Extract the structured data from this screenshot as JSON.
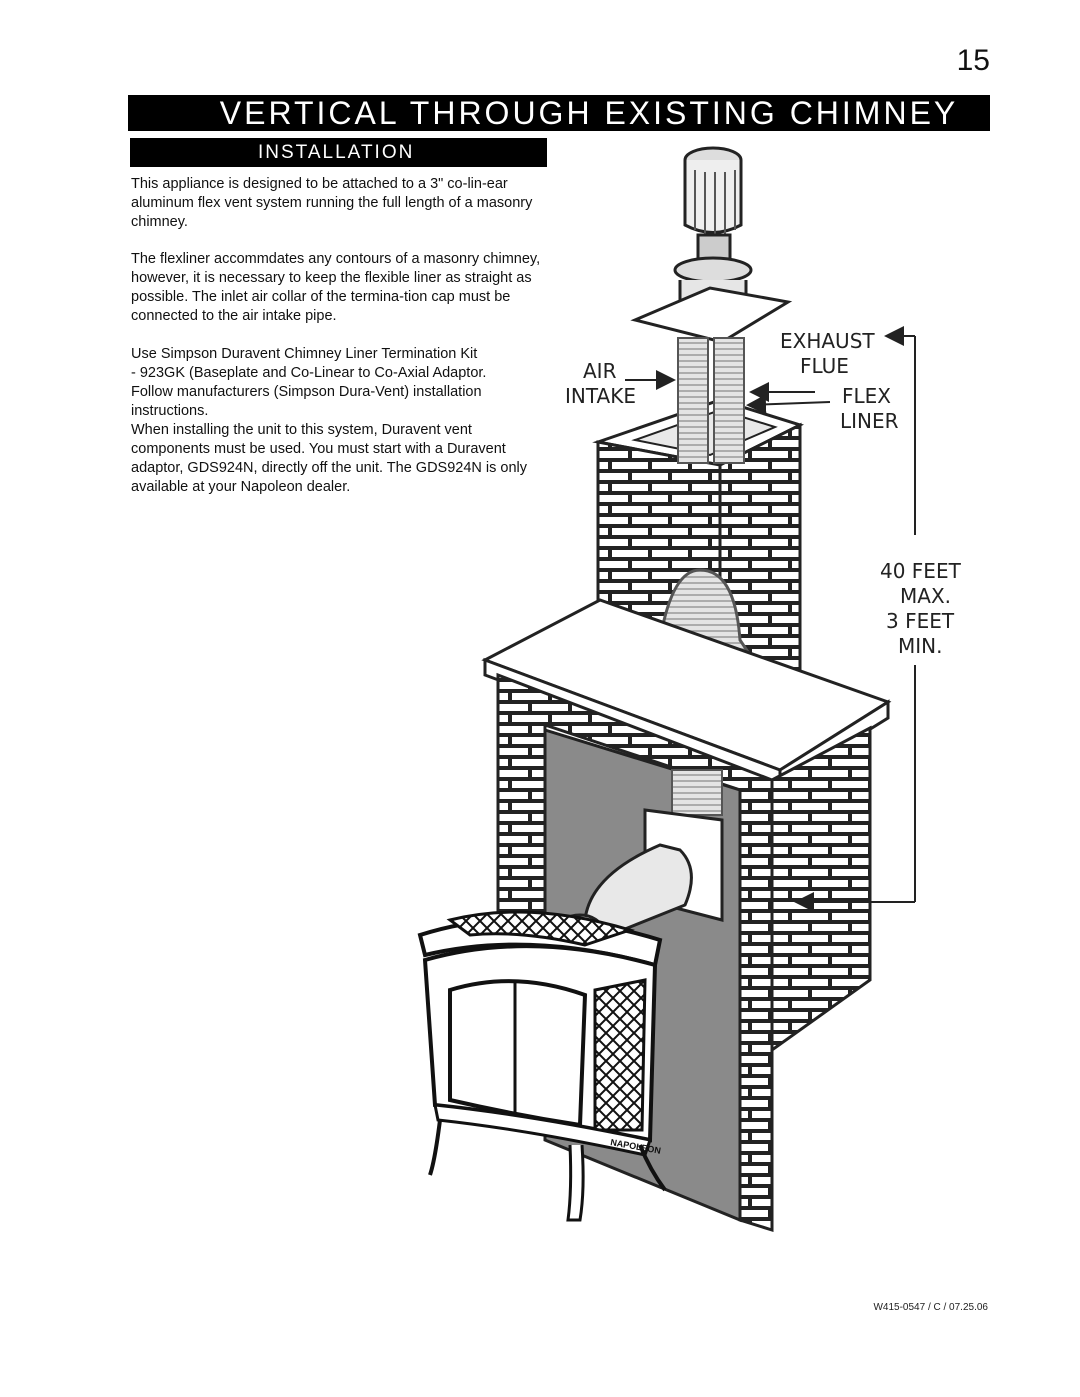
{
  "page_number": "15",
  "title": "VERTICAL THROUGH EXISTING CHIMNEY",
  "section": "INSTALLATION",
  "paragraphs": {
    "p1": "This appliance is designed to be attached to a 3\" co-lin-ear aluminum flex vent system running the full length of a masonry chimney.",
    "p2": "The flexliner accommdates any contours of a masonry chimney, however, it is necessary to keep the flexible liner as straight as possible. The inlet air collar of the termina-tion cap must be connected to the air intake pipe.",
    "p3a": "Use Simpson Duravent Chimney Liner Termination Kit",
    "p3b": "- 923GK (Baseplate and Co-Linear to Co-Axial Adaptor.",
    "p3c": "Follow manufacturers (Simpson Dura-Vent) installation instructions.",
    "p3d": "When installing the unit to this system, Duravent vent components must be used. You must start with a Duravent adaptor, GDS924N, directly off the unit. The GDS924N is only available at your Napoleon dealer."
  },
  "diagram_labels": {
    "exhaust": "EXHAUST",
    "flue": "FLUE",
    "air": "AIR",
    "intake": "INTAKE",
    "flex": "FLEX",
    "liner": "LINER",
    "max1": "40 FEET",
    "max2": "MAX.",
    "min1": "3 FEET",
    "min2": "MIN.",
    "stove_brand": "NAPOLEON"
  },
  "footer": "W415-0547 / C / 07.25.06"
}
